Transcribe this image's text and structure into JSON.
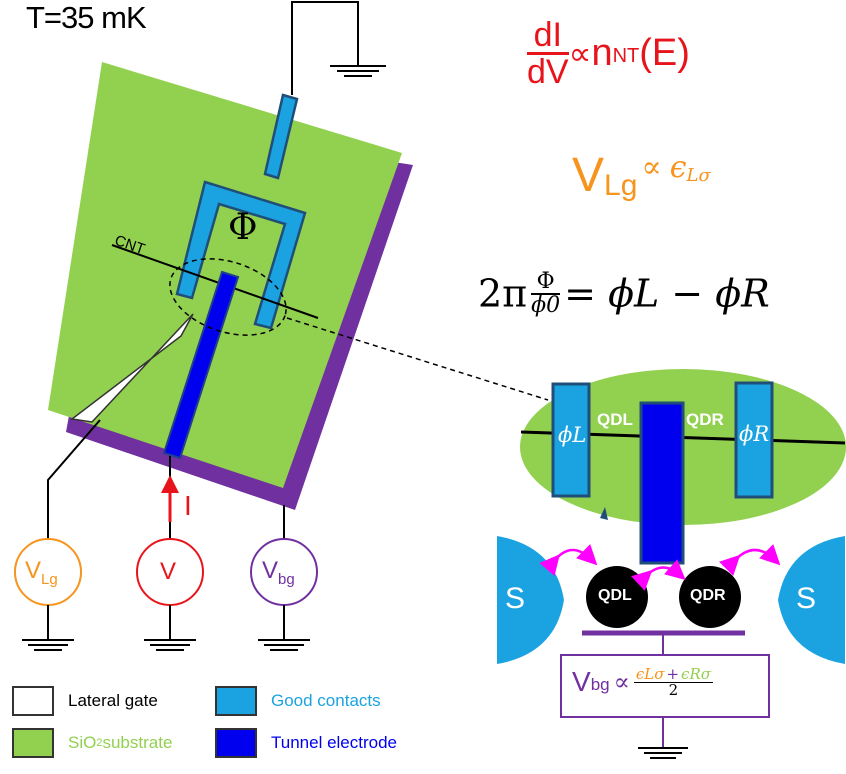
{
  "temperature": "T=35 mK",
  "labels": {
    "cnt": "CNT",
    "flux": "Φ",
    "current": "I",
    "phi_l": "ϕL",
    "phi_r": "ϕR",
    "qdl_top": "QDL",
    "qdr_top": "QDR",
    "qdl_dot": "QDL",
    "qdr_dot": "QDR",
    "s_left": "S",
    "s_right": "S"
  },
  "sources": [
    {
      "main": "V",
      "sub": "Lg",
      "color": "#f7941d"
    },
    {
      "main": "V",
      "sub": "",
      "color": "#e8141b"
    },
    {
      "main": "V",
      "sub": "bg",
      "color": "#7030a0"
    }
  ],
  "equations": {
    "didv_num": "dI",
    "didv_den": "dV",
    "propto": "∝",
    "dos": "n",
    "dos_sub": "NT",
    "dos_arg": "(E)",
    "vlg_main": "V",
    "vlg_sub": "Lg",
    "vlg_rhs": "ϵ",
    "vlg_rhs_sub": "Lσ",
    "phase_lhs": "2π",
    "phase_num": "Φ",
    "phase_den": "ϕ0",
    "phase_rhs": "= ϕL − ϕR",
    "vbg_main": "V",
    "vbg_sub": "bg",
    "vbg_num_a": "ϵLσ",
    "vbg_num_plus": "+",
    "vbg_num_b": "ϵRσ",
    "vbg_den": "2"
  },
  "legend": [
    {
      "label": "Lateral gate",
      "color": "#ffffff",
      "text_color": "#000000"
    },
    {
      "label": "Good contacts",
      "color": "#1ba3e1",
      "text_color": "#1ba3e1"
    },
    {
      "label": "SiO",
      "sub": "2",
      "label_rest": " substrate",
      "color": "#92d050",
      "text_color": "#92d050"
    },
    {
      "label": "Tunnel electrode",
      "color": "#0000ee",
      "text_color": "#0000ee"
    }
  ],
  "colors": {
    "substrate": "#92d050",
    "backgate": "#7030a0",
    "contacts": "#1ba3e1",
    "tunnel": "#0000ee",
    "red": "#e8141b",
    "orange": "#f7941d",
    "magenta": "#ff00ff"
  }
}
